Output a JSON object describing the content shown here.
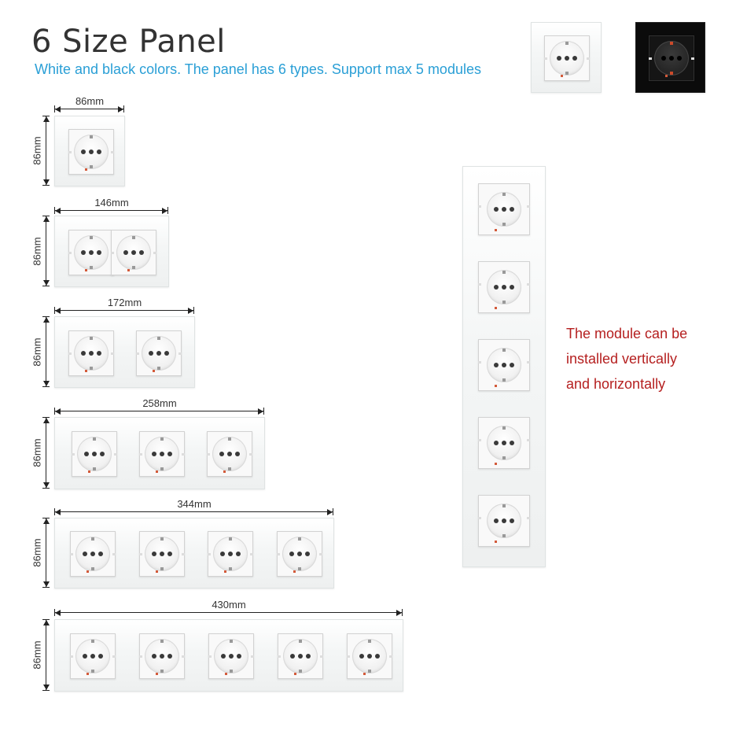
{
  "header": {
    "title": "6 Size Panel",
    "subtitle": "White and black colors. The panel has 6 types. Support max 5 modules"
  },
  "colors": {
    "title": "#333333",
    "subtitle": "#2a9fd6",
    "note": "#b51f1f",
    "white_panel": "#f4f6f6",
    "black_panel": "#0b0b0b"
  },
  "color_swatches": [
    {
      "name": "white-panel",
      "color": "white"
    },
    {
      "name": "black-panel",
      "color": "black"
    }
  ],
  "panels": [
    {
      "width_label": "86mm",
      "height_label": "86mm",
      "modules": 1
    },
    {
      "width_label": "146mm",
      "height_label": "86mm",
      "modules": 2
    },
    {
      "width_label": "172mm",
      "height_label": "86mm",
      "modules": 2
    },
    {
      "width_label": "258mm",
      "height_label": "86mm",
      "modules": 3
    },
    {
      "width_label": "344mm",
      "height_label": "86mm",
      "modules": 4
    },
    {
      "width_label": "430mm",
      "height_label": "86mm",
      "modules": 5
    }
  ],
  "vertical_panel": {
    "modules": 5
  },
  "note": {
    "lines": [
      "The module can be",
      "installed vertically",
      "and horizontally"
    ]
  },
  "icons": [
    "schuko-socket-icon"
  ]
}
